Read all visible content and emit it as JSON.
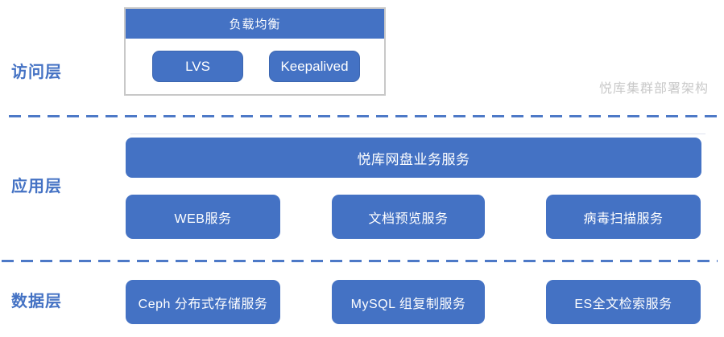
{
  "watermark": {
    "text": "悦库集群部署架构"
  },
  "layers": [
    {
      "label": "访问层"
    },
    {
      "label": "应用层"
    },
    {
      "label": "数据层"
    }
  ],
  "access_layer": {
    "group_title": "负载均衡",
    "nodes": [
      {
        "label": "LVS"
      },
      {
        "label": "Keepalived"
      }
    ]
  },
  "application_layer": {
    "main_service": "悦库网盘业务服务",
    "services": [
      {
        "label": "WEB服务"
      },
      {
        "label": "文档预览服务"
      },
      {
        "label": "病毒扫描服务"
      }
    ]
  },
  "data_layer": {
    "services": [
      {
        "label": "Ceph 分布式存储服务"
      },
      {
        "label": "MySQL 组复制服务"
      },
      {
        "label": "ES全文检索服务"
      }
    ]
  },
  "colors": {
    "primary_blue": "#4472C4",
    "label_blue": "#4472C4",
    "divider_blue": "#4D79C7",
    "group_border_gray": "#C8C8C8",
    "watermark_gray": "#C9C9C9",
    "node_text": "#FFFFFF",
    "background": "#FFFFFF"
  }
}
